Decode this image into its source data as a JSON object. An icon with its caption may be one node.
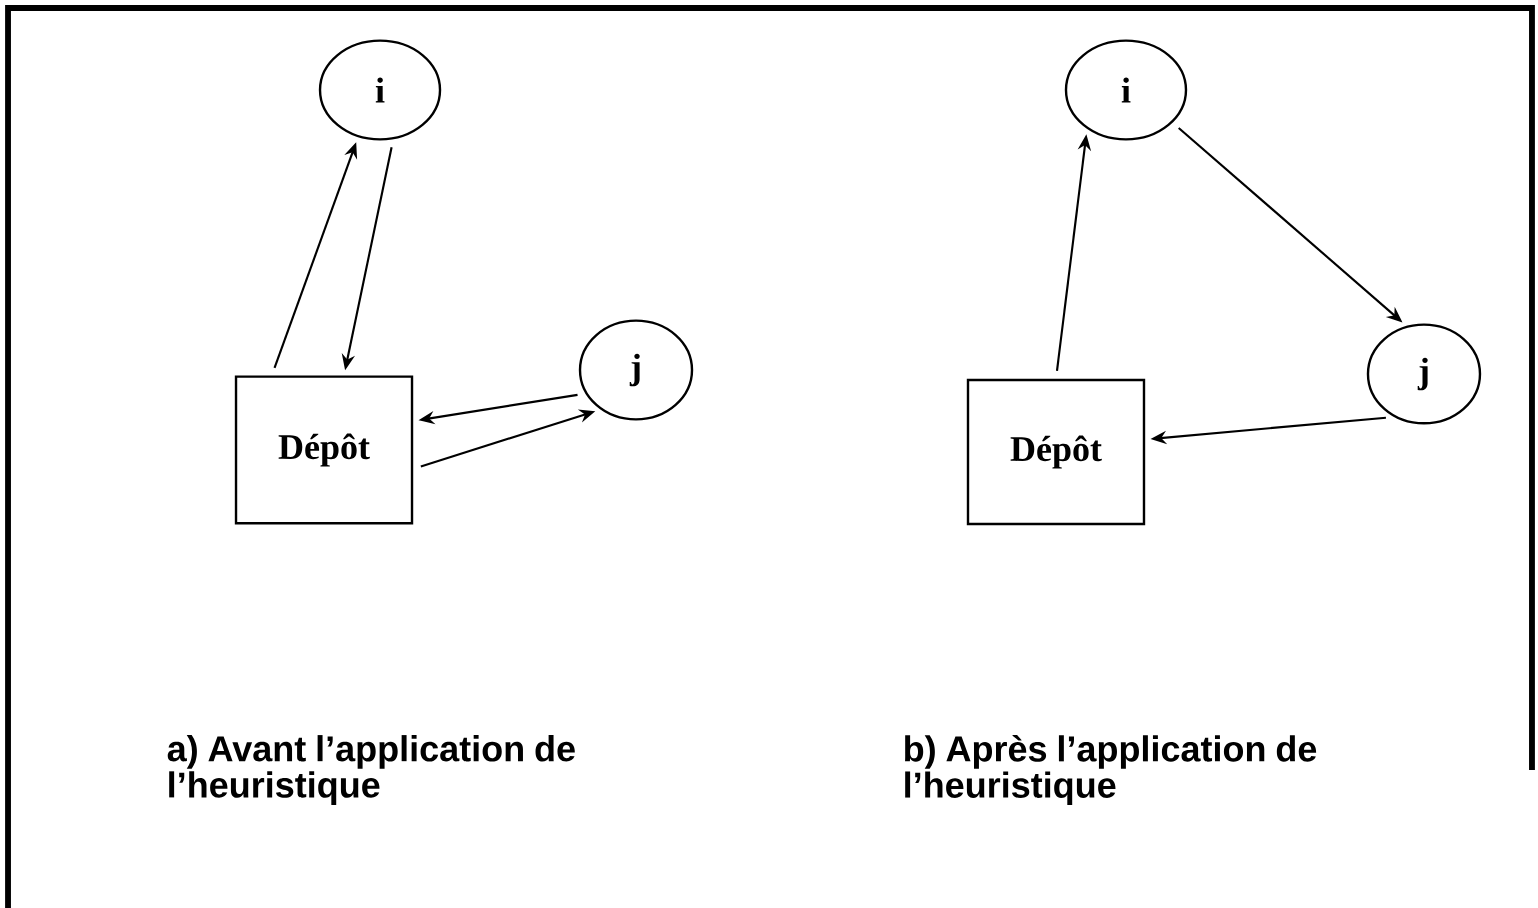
{
  "diagram": {
    "nodes": [
      {
        "text": [
          "i"
        ]
      },
      {
        "text": [
          "j"
        ]
      },
      {
        "text": [
          "Dépôt"
        ]
      },
      {
        "text": [
          "i"
        ]
      },
      {
        "text": [
          "j"
        ]
      },
      {
        "text": [
          "Dépôt"
        ]
      }
    ],
    "edges": [
      {
        "from": 2,
        "to": 0,
        "arrow": "to"
      },
      {
        "from": 0,
        "to": 2,
        "arrow": "to"
      },
      {
        "from": 1,
        "to": 2,
        "arrow": "to"
      },
      {
        "from": 2,
        "to": 1,
        "arrow": "to"
      },
      {
        "from": 5,
        "to": 3,
        "arrow": "to"
      },
      {
        "from": 3,
        "to": 4,
        "arrow": "to"
      },
      {
        "from": 4,
        "to": 5,
        "arrow": "to"
      }
    ],
    "labels": [
      "a) Avant l’application de l’heuristique",
      "b) Après l’application de l’heuristique"
    ]
  }
}
